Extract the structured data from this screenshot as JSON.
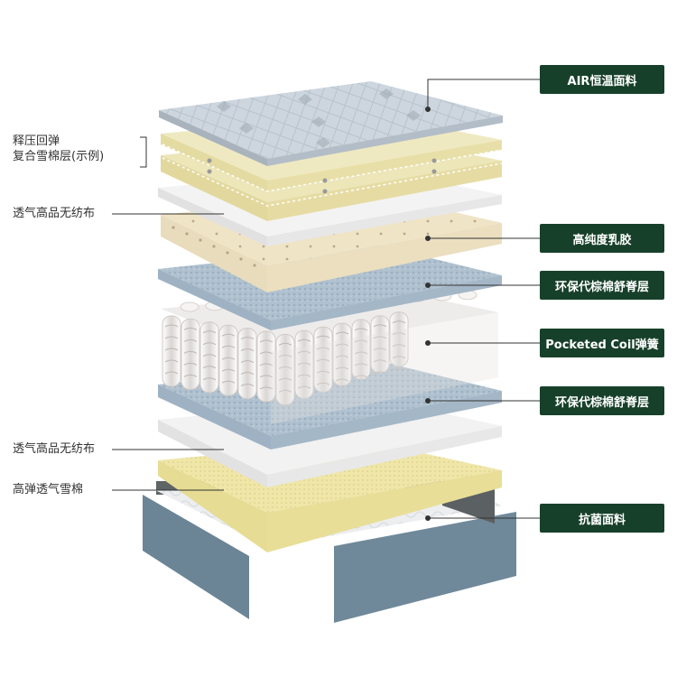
{
  "left_labels": {
    "memory_foam_line1": "释压回弹",
    "memory_foam_line2": "复合雪棉层(示例)",
    "nonwoven_top": "透气高品无纺布",
    "nonwoven_bottom": "透气高品无纺布",
    "snow_foam": "高弹透气雪棉"
  },
  "right_tags": {
    "air_fabric": "AIR恒温面料",
    "latex": "高纯度乳胶",
    "palm_top": "环保代棕棉舒脊层",
    "pocketed_coil": "Pocketed Coil弹簧",
    "palm_bottom": "环保代棕棉舒脊层",
    "antibacterial_fabric": "抗菌面料"
  },
  "colors": {
    "tag_background": "#17402a",
    "tag_text": "#ffffff",
    "leader_line": "#333333",
    "fabric_top": "#c9d2dc",
    "memory_foam": "#ece6b9",
    "latex": "#efe3c4",
    "palm_layer": "#aebfce",
    "snow_foam": "#eee6a8",
    "base_side": "#6b8596"
  }
}
